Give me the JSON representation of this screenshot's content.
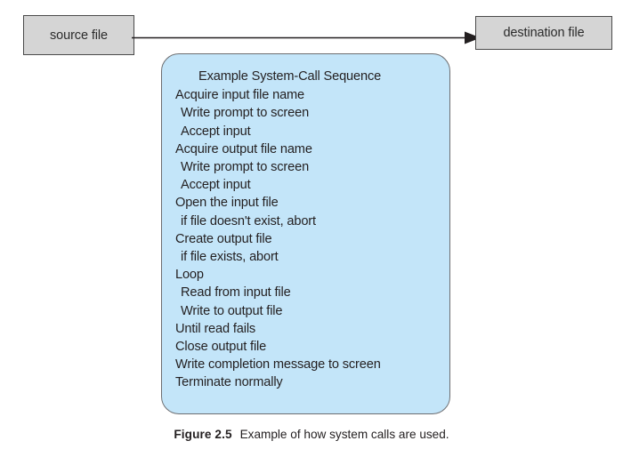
{
  "figure": {
    "source_box_label": "source file",
    "destination_box_label": "destination file",
    "arrow_name": "data-flow-arrow",
    "caption_number": "Figure 2.5",
    "caption_text": "Example of how system calls are used.",
    "colors": {
      "callout_fill": "#c3e5f9",
      "callout_border": "#6d6e71",
      "box_fill": "#d5d5d5",
      "box_border": "#4a4a4a",
      "text": "#231f20"
    }
  },
  "callout": {
    "title": "Example System-Call Sequence",
    "lines": [
      {
        "text": "Acquire input file name",
        "indent": false
      },
      {
        "text": "Write prompt to screen",
        "indent": true
      },
      {
        "text": "Accept input",
        "indent": true
      },
      {
        "text": "Acquire output file name",
        "indent": false
      },
      {
        "text": "Write prompt to screen",
        "indent": true
      },
      {
        "text": "Accept input",
        "indent": true
      },
      {
        "text": "Open the input file",
        "indent": false
      },
      {
        "text": "if file doesn't exist, abort",
        "indent": true
      },
      {
        "text": "Create output file",
        "indent": false
      },
      {
        "text": "if file exists, abort",
        "indent": true
      },
      {
        "text": "Loop",
        "indent": false
      },
      {
        "text": "Read from input file",
        "indent": true
      },
      {
        "text": "Write to output file",
        "indent": true
      },
      {
        "text": "Until read fails",
        "indent": false
      },
      {
        "text": "Close output file",
        "indent": false
      },
      {
        "text": "Write completion message to screen",
        "indent": false
      },
      {
        "text": "Terminate normally",
        "indent": false
      }
    ]
  }
}
